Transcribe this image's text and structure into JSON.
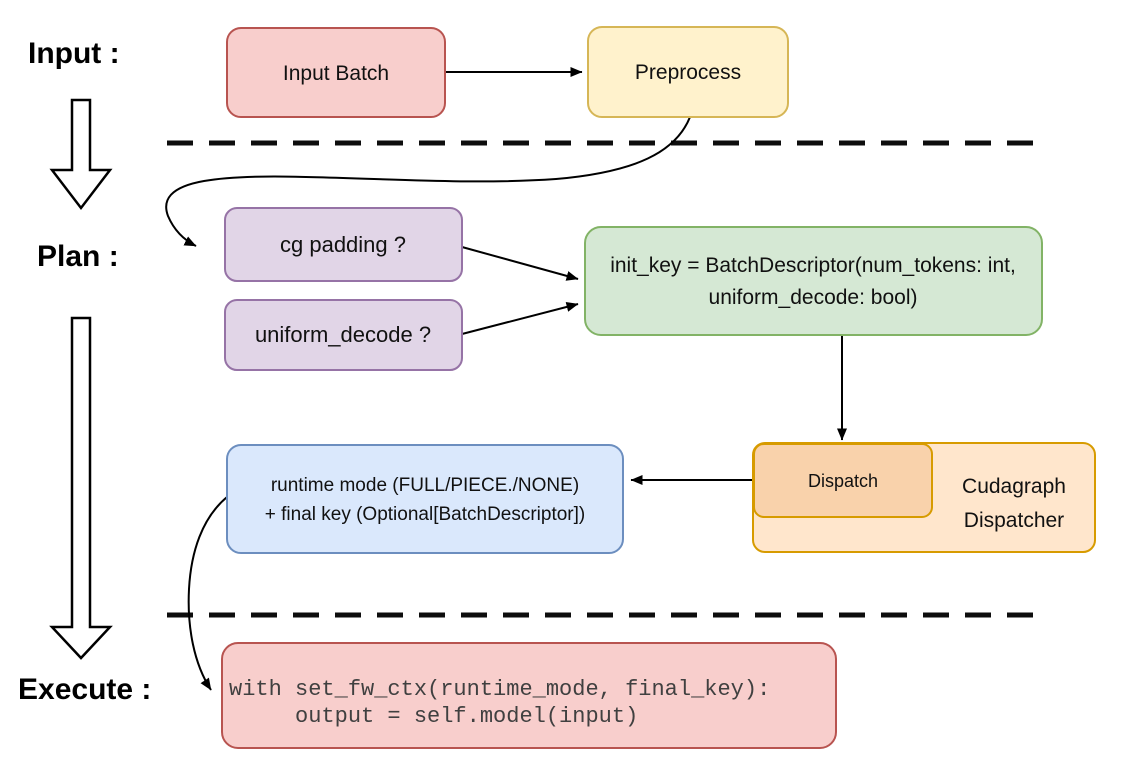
{
  "stages": {
    "input": "Input :",
    "plan": "Plan :",
    "execute": "Execute :"
  },
  "nodes": {
    "input_batch": {
      "label": "Input Batch"
    },
    "preprocess": {
      "label": "Preprocess"
    },
    "cg_padding": {
      "label": "cg padding ?"
    },
    "uniform_decode": {
      "label": "uniform_decode ?"
    },
    "init_key": {
      "line1": "init_key = BatchDescriptor(num_tokens: int,",
      "line2": "uniform_decode: bool)"
    },
    "dispatch": {
      "label": "Dispatch"
    },
    "cudagraph_dispatcher": {
      "line1": "Cudagraph",
      "line2": "Dispatcher"
    },
    "runtime_mode": {
      "line1": "runtime mode (FULL/PIECE./NONE)",
      "line2": "+ final key (Optional[BatchDescriptor])"
    },
    "execute_code": {
      "line1": "with set_fw_ctx(runtime_mode, final_key):",
      "line2": "     output = self.model(input)"
    }
  },
  "colors": {
    "red_fill": "#f8cecc",
    "red_stroke": "#b85450",
    "yellow_fill": "#fff2cc",
    "yellow_stroke": "#d6b656",
    "purple_fill": "#e1d5e7",
    "purple_stroke": "#9673a6",
    "green_fill": "#d5e8d4",
    "green_stroke": "#82b366",
    "blue_fill": "#dae8fc",
    "blue_stroke": "#6c8ebf",
    "orange_fill": "#ffe6cc",
    "orange_inner_fill": "#f9d2ab",
    "orange_stroke": "#d79b00",
    "edge": "#000000",
    "code_text": "#404040"
  }
}
